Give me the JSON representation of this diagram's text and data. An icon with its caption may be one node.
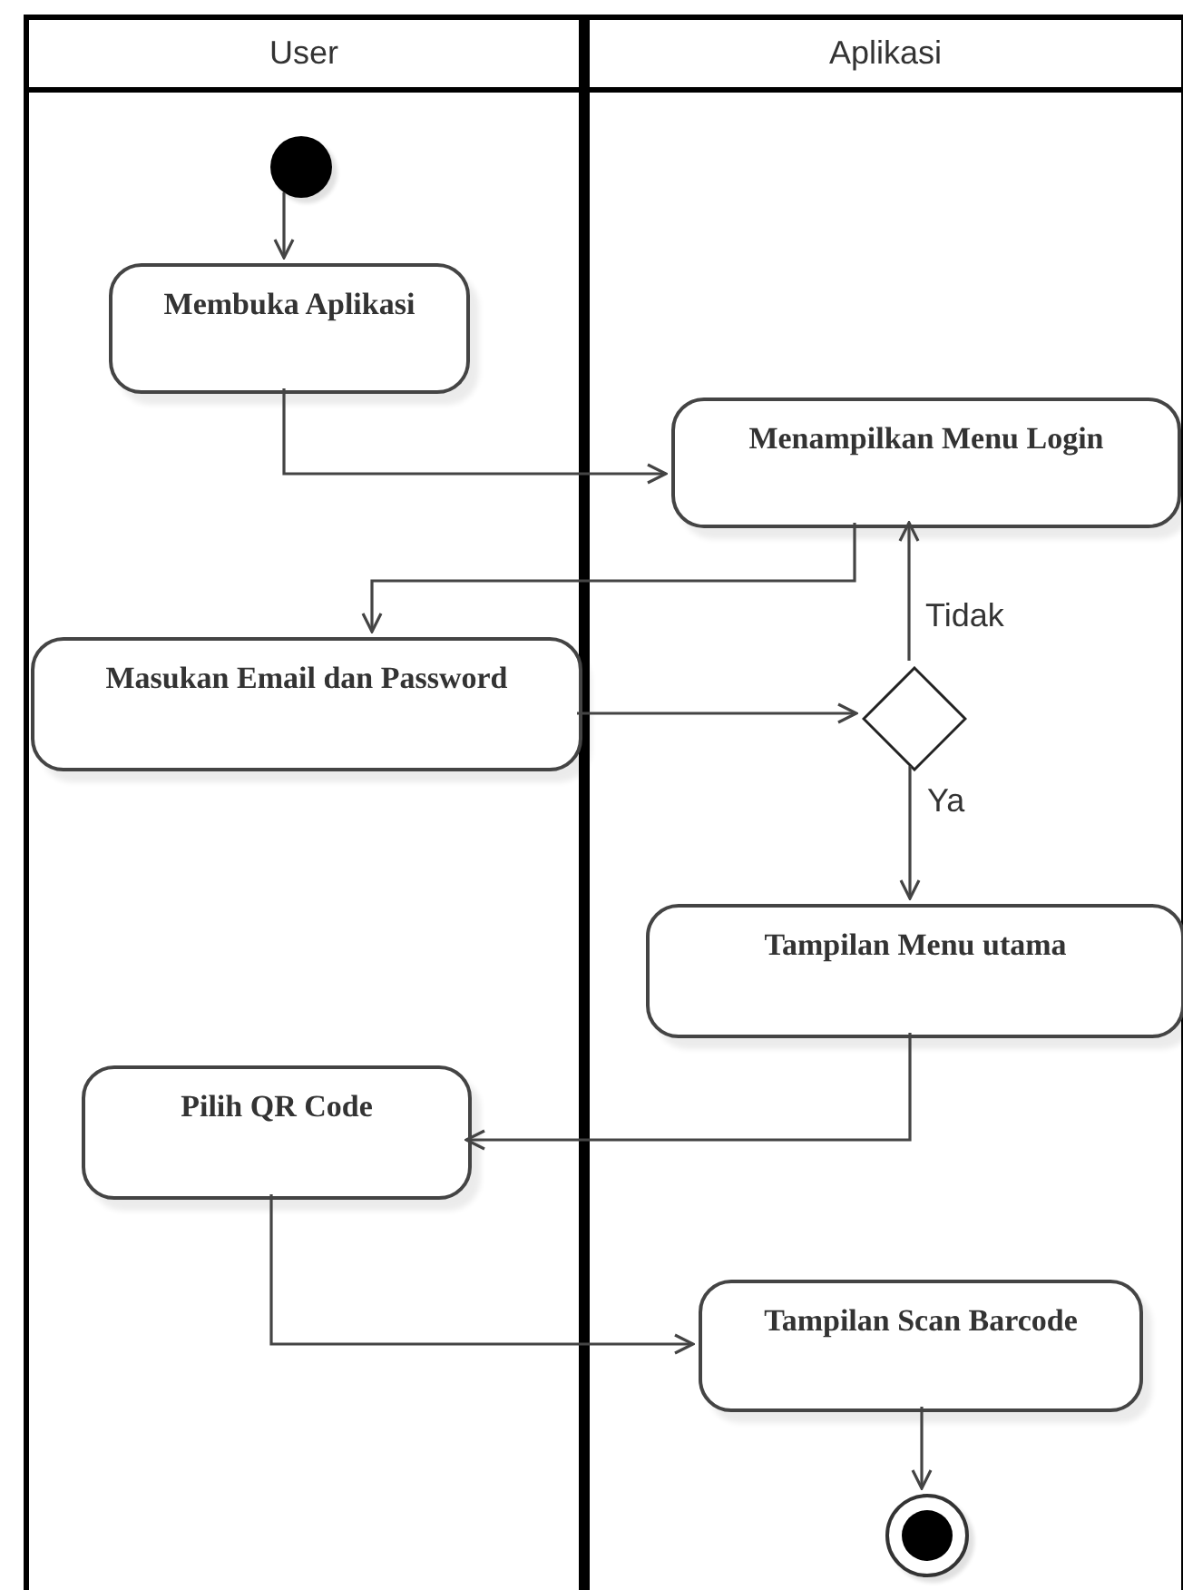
{
  "diagram": {
    "nodes": [
      {
        "text": [
          "User"
        ]
      },
      {
        "text": [
          "Aplikasi"
        ]
      },
      {
        "text": [],
        "shape": "circle",
        "in": 0
      },
      {
        "text": [
          "Membuka Aplikasi"
        ],
        "in": 0
      },
      {
        "text": [
          "Menampilkan Menu Login"
        ],
        "in": 1
      },
      {
        "text": [
          "Masukan Email dan Password"
        ],
        "in": 0
      },
      {
        "text": [],
        "shape": "diamond",
        "in": 1
      },
      {
        "text": [
          "Tampilan Menu utama"
        ],
        "in": 1
      },
      {
        "text": [
          "Pilih QR Code"
        ],
        "in": 0
      },
      {
        "text": [
          "Tampilan Scan Barcode"
        ],
        "in": 1
      },
      {
        "text": [],
        "shape": "circle",
        "in": 1
      }
    ],
    "edges": [
      {
        "from": 2,
        "to": 3,
        "arrow": "to"
      },
      {
        "from": 3,
        "to": 4,
        "arrow": "to"
      },
      {
        "from": 4,
        "to": 5,
        "arrow": "to"
      },
      {
        "from": 5,
        "to": 6,
        "arrow": "to"
      },
      {
        "from": 6,
        "to": 4,
        "arrow": "to",
        "label": "Tidak"
      },
      {
        "from": 6,
        "to": 7,
        "arrow": "to",
        "label": "Ya"
      },
      {
        "from": 7,
        "to": 8,
        "arrow": "to"
      },
      {
        "from": 8,
        "to": 9,
        "arrow": "to"
      },
      {
        "from": 9,
        "to": 10,
        "arrow": "to"
      }
    ]
  }
}
